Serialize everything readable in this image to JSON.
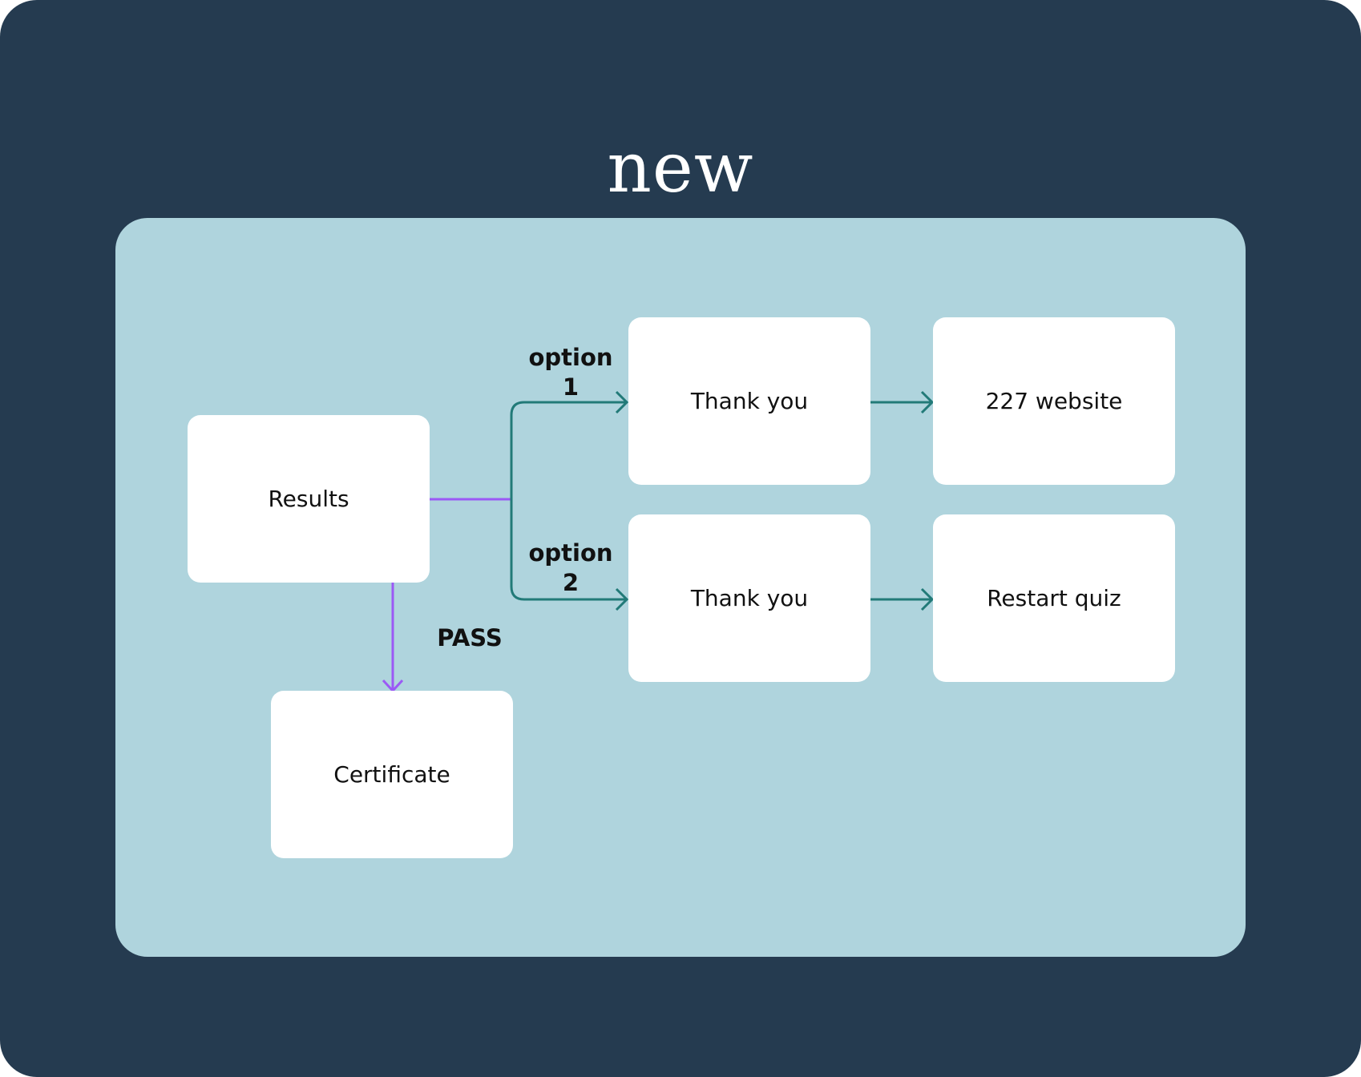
{
  "title": "new",
  "colors": {
    "frame_background": "#253b50",
    "canvas_background": "#afd4dd",
    "node_background": "#ffffff",
    "edge_pass": "#9b59f5",
    "edge_option": "#227a78"
  },
  "nodes": {
    "results": "Results",
    "certificate": "Certificate",
    "thank_you_1": "Thank you",
    "thank_you_2": "Thank you",
    "website": "227 website",
    "restart": "Restart quiz"
  },
  "edge_labels": {
    "pass": "PASS",
    "option_1_word": "option",
    "option_1_num": "1",
    "option_2_word": "option",
    "option_2_num": "2"
  }
}
